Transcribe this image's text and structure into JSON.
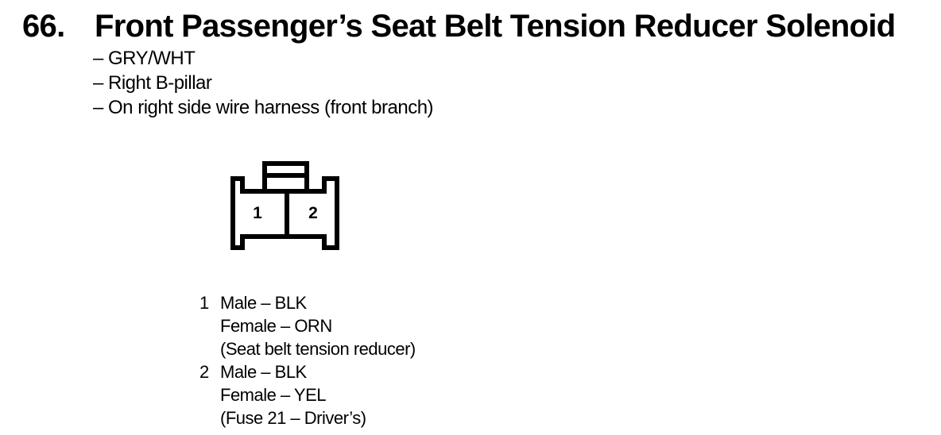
{
  "header": {
    "number": "66.",
    "title": "Front Passenger’s Seat Belt Tension Reducer Solenoid"
  },
  "details": [
    "– GRY/WHT",
    "– Right B-pillar",
    "– On right side wire harness (front branch)"
  ],
  "connector": {
    "type": "2-cavity connector, face view with top latch and side wings",
    "pins": [
      "1",
      "2"
    ]
  },
  "legend": [
    {
      "pin": "1",
      "lines": [
        "Male – BLK",
        "Female – ORN",
        "(Seat belt tension reducer)"
      ]
    },
    {
      "pin": "2",
      "lines": [
        "Male – BLK",
        "Female – YEL",
        "(Fuse 21 – Driver’s)"
      ]
    }
  ],
  "colors": {
    "ink": "#000000",
    "background": "#ffffff"
  }
}
